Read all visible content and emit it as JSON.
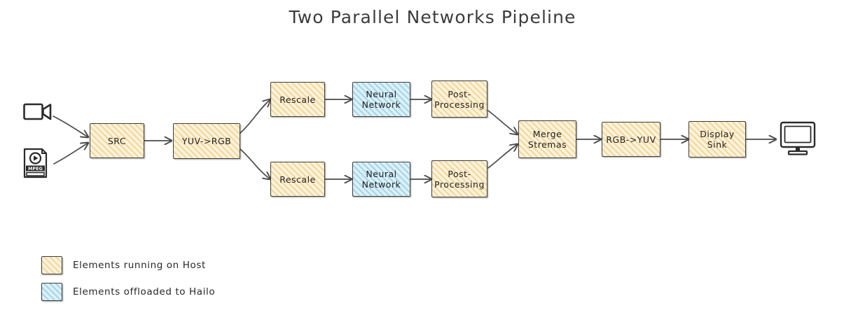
{
  "title": "Two Parallel Networks Pipeline",
  "colors": {
    "host_fill": "#fdf3dc",
    "host_hatch": "#f3d79a",
    "hailo_fill": "#ddf0f8",
    "hailo_hatch": "#a4d6ea",
    "stroke": "#3d3d3d",
    "text": "#222222",
    "background": "#ffffff"
  },
  "sources": [
    {
      "id": "camera",
      "icon": "video-camera-icon",
      "label": ""
    },
    {
      "id": "mediafile",
      "icon": "media-file-icon",
      "label": "MPEG"
    }
  ],
  "sink": {
    "id": "monitor",
    "icon": "display-monitor-icon"
  },
  "nodes": {
    "src": {
      "label": "SRC",
      "group": "host"
    },
    "yuv_to_rgb": {
      "label": "YUV->RGB",
      "group": "host"
    },
    "rescale_top": {
      "label": "Rescale",
      "group": "host"
    },
    "neural_network_top": {
      "label": "Neural\nNetwork",
      "line1": "Neural",
      "line2": "Network",
      "group": "hailo"
    },
    "post_processing_top": {
      "label": "Post-\nProcessing",
      "line1": "Post-",
      "line2": "Processing",
      "group": "host"
    },
    "rescale_bottom": {
      "label": "Rescale",
      "group": "host"
    },
    "neural_network_bottom": {
      "label": "Neural\nNetwork",
      "line1": "Neural",
      "line2": "Network",
      "group": "hailo"
    },
    "post_processing_bottom": {
      "label": "Post-\nProcessing",
      "line1": "Post-",
      "line2": "Processing",
      "group": "host"
    },
    "merge_streams": {
      "label": "Merge\nStremas",
      "line1": "Merge",
      "line2": "Stremas",
      "group": "host"
    },
    "rgb_to_yuv": {
      "label": "RGB->YUV",
      "group": "host"
    },
    "display_sink": {
      "label": "Display\nSink",
      "line1": "Display",
      "line2": "Sink",
      "group": "host"
    }
  },
  "legend": [
    {
      "swatch": "host",
      "label": "Elements running on Host"
    },
    {
      "swatch": "hailo",
      "label": "Elements offloaded to Hailo"
    }
  ]
}
